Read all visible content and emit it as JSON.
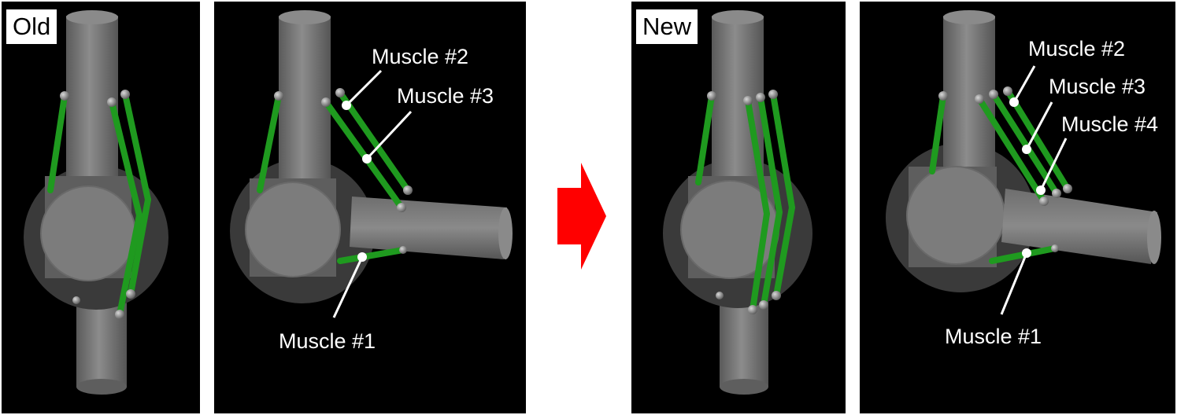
{
  "panels": {
    "old_tag": "Old",
    "new_tag": "New"
  },
  "labels": {
    "muscle1": "Muscle #1",
    "muscle2": "Muscle #2",
    "muscle3": "Muscle #3",
    "muscle4": "Muscle #4"
  },
  "colors": {
    "background": "#000000",
    "bone": "#7a7a7a",
    "muscle": "#1f9a1f",
    "arrow": "#ff0000"
  }
}
